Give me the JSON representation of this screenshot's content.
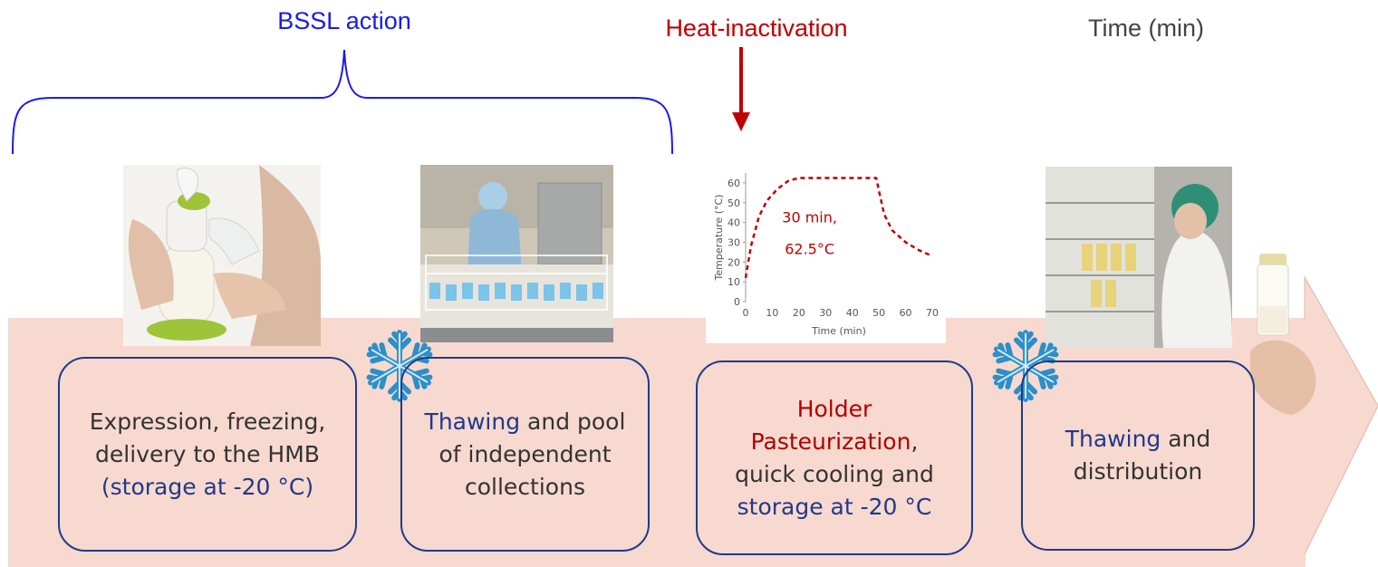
{
  "labels": {
    "bssl_action": "BSSL action",
    "heat_inactivation": "Heat-inactivation",
    "time_axis_top": "Time (min)"
  },
  "steps": [
    {
      "line1": "Expression, freezing,",
      "line2": "delivery to the HMB",
      "line3": "(storage at -20 °C)"
    },
    {
      "highlight": "Thawing",
      "rest1": " and pool",
      "line2": "of independent",
      "line3": "collections"
    },
    {
      "line1": "Holder",
      "highlight": "Pasteurization",
      "comma": ",",
      "line3": "quick cooling and",
      "line4": "storage at -20 °C"
    },
    {
      "highlight": "Thawing",
      "rest1": " and",
      "line2": "distribution"
    }
  ],
  "chart_data": {
    "type": "line",
    "title": "",
    "xlabel": "Time (min)",
    "ylabel": "Temperature (°C)",
    "xlim": [
      0,
      70
    ],
    "ylim": [
      0,
      65
    ],
    "xticks": [
      0,
      10,
      20,
      30,
      40,
      50,
      60,
      70
    ],
    "yticks": [
      0,
      10,
      20,
      30,
      40,
      50,
      60
    ],
    "annotation_line1": "30 min,",
    "annotation_line2": "62.5°C",
    "series": [
      {
        "color": "#c00000",
        "style": "dashed",
        "x": [
          0,
          2,
          5,
          8,
          12,
          16,
          20,
          30,
          40,
          49,
          50,
          52,
          55,
          60,
          65,
          70
        ],
        "y": [
          12,
          28,
          43,
          51,
          57,
          61,
          62.5,
          62.5,
          62.5,
          62.5,
          56,
          44,
          36,
          30,
          26,
          23
        ]
      }
    ]
  },
  "colors": {
    "arrow_fill": "#f8d9cf",
    "box_border": "#1f3a8a",
    "bssl": "#1a1af0",
    "heat": "#c00000"
  },
  "icons": [
    "snowflake-icon",
    "down-arrow-icon",
    "brace-icon"
  ]
}
